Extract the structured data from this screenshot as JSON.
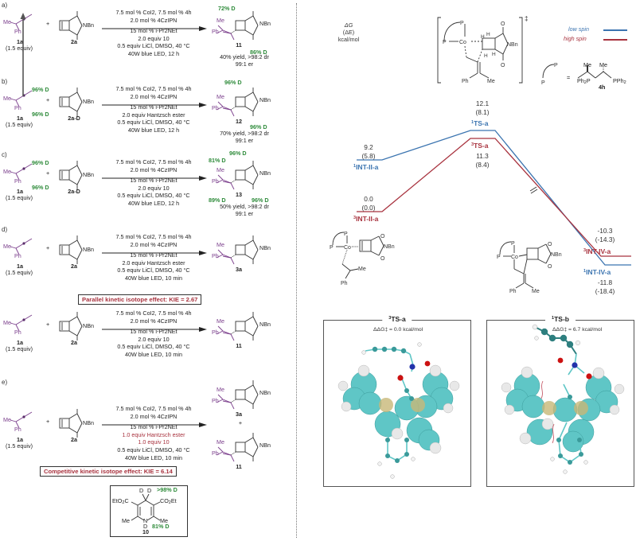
{
  "colors": {
    "low_spin": "#3b74b0",
    "high_spin": "#a8323e",
    "deuterium_label": "#2e8b3a",
    "allene_substituent": "#7b3f8c",
    "kie_text": "#a8323e"
  },
  "left_panel": {
    "sections": [
      {
        "label": "a)",
        "reactant1": {
          "id": "1a",
          "equiv": "(1.5 equiv)",
          "substituents": [
            "Me",
            "Ph"
          ]
        },
        "plus": "+",
        "reactant2": {
          "id": "2a",
          "group": "NBn"
        },
        "conditions": [
          "7.5 mol % CoI2, 7.5 mol % 4h",
          "2.0 mol % 4CzIPN",
          "15 mol % i-Pr2NEt",
          "2.0 equiv 10",
          "0.5 equiv LiCl, DMSO, 40 °C",
          "40W blue LED, 12 h"
        ],
        "product": {
          "id": "11",
          "labels": [
            "72% D",
            "86% D"
          ],
          "results": [
            "40% yield, >98:2 dr",
            "99:1 er"
          ]
        }
      },
      {
        "label": "b)",
        "reactant1": {
          "id": "1a",
          "equiv": "(1.5 equiv)"
        },
        "plus": "+",
        "reactant2": {
          "id": "2a-D",
          "labels": [
            "96% D",
            "96% D"
          ]
        },
        "conditions": [
          "7.5 mol % CoI2, 7.5 mol % 4h",
          "2.0 mol % 4CzIPN",
          "15 mol % i-Pr2NEt",
          "2.0 equiv Hantzsch ester",
          "0.5 equiv LiCl, DMSO, 40 °C",
          "40W blue LED, 12 h"
        ],
        "product": {
          "id": "12",
          "labels": [
            "96% D",
            "96% D"
          ],
          "results": [
            "70% yield, >98:2 dr",
            "99:1 er"
          ]
        }
      },
      {
        "label": "c)",
        "reactant1": {
          "id": "1a",
          "equiv": "(1.5 equiv)"
        },
        "plus": "+",
        "reactant2": {
          "id": "2a-D",
          "labels": [
            "96% D",
            "96% D"
          ]
        },
        "conditions": [
          "7.5 mol % CoI2, 7.5 mol % 4h",
          "2.0 mol % 4CzIPN",
          "15 mol % i-Pr2NEt",
          "2.0 equiv 10",
          "0.5 equiv LiCl, DMSO, 40 °C",
          "40W blue LED, 12 h"
        ],
        "product": {
          "id": "13",
          "labels": [
            "81% D",
            "96% D",
            "89% D",
            "96% D"
          ],
          "results": [
            "50% yield, >98:2 dr",
            "99:1 er"
          ]
        }
      },
      {
        "label": "d)",
        "reactant1": {
          "id": "1a",
          "equiv": "(1.5 equiv)"
        },
        "plus": "+",
        "reactant2": {
          "id": "2a"
        },
        "conditions": [
          "7.5 mol % CoI2, 7.5 mol % 4h",
          "2.0 mol % 4CzIPN",
          "15 mol % i-Pr2NEt",
          "2.0 equiv Hantzsch ester",
          "0.5 equiv LiCl, DMSO, 40 °C",
          "40W blue LED, 10 min"
        ],
        "product": {
          "id": "3a"
        },
        "kie": "Parallel kinetic isotope effect: KIE = 2.67"
      },
      {
        "label": "",
        "reactant1": {
          "id": "1a",
          "equiv": "(1.5 equiv)"
        },
        "plus": "+",
        "reactant2": {
          "id": "2a"
        },
        "conditions": [
          "7.5 mol % CoI2, 7.5 mol % 4h",
          "2.0 mol % 4CzIPN",
          "15 mol % i-Pr2NEt",
          "2.0 equiv 10",
          "0.5 equiv LiCl, DMSO, 40 °C",
          "40W blue LED, 10 min"
        ],
        "product": {
          "id": "11"
        }
      },
      {
        "label": "e)",
        "reactant1": {
          "id": "1a",
          "equiv": "(1.5 equiv)"
        },
        "plus": "+",
        "reactant2": {
          "id": "2a"
        },
        "conditions": [
          "7.5 mol % CoI2, 7.5 mol % 4h",
          "2.0 mol % 4CzIPN",
          "15 mol % i-Pr2NEt",
          "1.0 equiv Hantzsch ester",
          "1.0 equiv 10",
          "0.5 equiv LiCl, DMSO, 40 °C",
          "40W blue LED, 10 min"
        ],
        "products": [
          {
            "id": "3a"
          },
          {
            "id": "11"
          }
        ],
        "product_plus": "+",
        "kie": "Competitive kinetic isotope effect: KIE = 6.14"
      }
    ],
    "reagent10": {
      "id": "10",
      "labels": [
        ">98% D",
        "81% D"
      ],
      "groups": [
        "EtO2C",
        "CO2Et",
        "Me",
        "Me",
        "D",
        "D",
        "N",
        "D"
      ]
    }
  },
  "right_panel": {
    "axis": {
      "line1": "ΔG",
      "line2": "(ΔE)",
      "unit": "kcal/mol"
    },
    "ts_bracket_symbol": "‡",
    "legend": [
      {
        "label": "low spin",
        "color": "#3b74b0"
      },
      {
        "label": "high spin",
        "color": "#a8323e"
      }
    ],
    "ligand": {
      "id": "4h",
      "left": "Ph2P",
      "right": "PPh2",
      "substituents": [
        "Me",
        "Me"
      ],
      "equals": "="
    },
    "energy_profile": {
      "low_spin": [
        {
          "name": "1INT-II-a",
          "sup": "1",
          "base": "INT-II-a",
          "dG": "9.2",
          "dE": "(5.8)"
        },
        {
          "name": "1TS-a",
          "sup": "1",
          "base": "TS-a",
          "dG": "12.1",
          "dE": "(8.1)"
        },
        {
          "name": "1INT-IV-a",
          "sup": "1",
          "base": "INT-IV-a",
          "dG": "-11.8",
          "dE": "(-18.4)"
        }
      ],
      "high_spin": [
        {
          "name": "3INT-II-a",
          "sup": "3",
          "base": "INT-II-a",
          "dG": "0.0",
          "dE": "(0.0)"
        },
        {
          "name": "3TS-a",
          "sup": "3",
          "base": "TS-a",
          "dG": "11.3",
          "dE": "(8.4)"
        },
        {
          "name": "3INT-IV-a",
          "sup": "3",
          "base": "INT-IV-a",
          "dG": "-10.3",
          "dE": "(-14.3)"
        }
      ]
    },
    "structure_boxes": [
      {
        "sup": "3",
        "title": "TS-a",
        "ddg": "ΔΔG‡ = 0.0 kcal/mol"
      },
      {
        "sup": "1",
        "title": "TS-b",
        "ddg": "ΔΔG‡ = 6.7 kcal/mol"
      }
    ]
  }
}
